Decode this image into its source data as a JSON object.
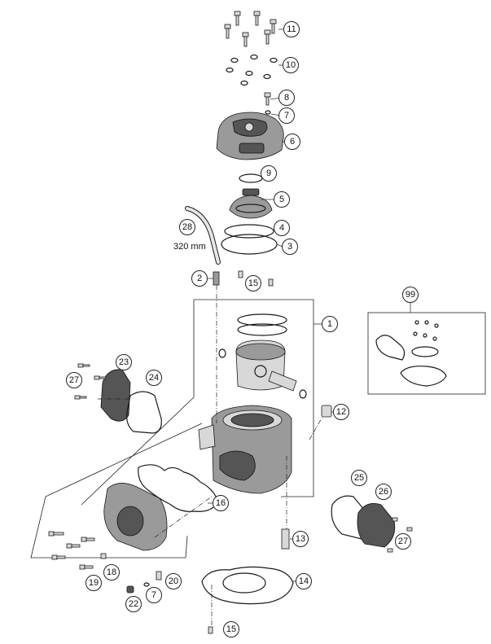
{
  "callouts": [
    {
      "id": "c11",
      "label": "11"
    },
    {
      "id": "c10",
      "label": "10"
    },
    {
      "id": "c8",
      "label": "8"
    },
    {
      "id": "c7a",
      "label": "7"
    },
    {
      "id": "c6",
      "label": "6"
    },
    {
      "id": "c9",
      "label": "9"
    },
    {
      "id": "c5",
      "label": "5"
    },
    {
      "id": "c28",
      "label": "28"
    },
    {
      "id": "c4",
      "label": "4"
    },
    {
      "id": "c3",
      "label": "3"
    },
    {
      "id": "c2",
      "label": "2"
    },
    {
      "id": "c15a",
      "label": "15"
    },
    {
      "id": "c1",
      "label": "1"
    },
    {
      "id": "c99",
      "label": "99"
    },
    {
      "id": "c23",
      "label": "23"
    },
    {
      "id": "c24",
      "label": "24"
    },
    {
      "id": "c27a",
      "label": "27"
    },
    {
      "id": "c12",
      "label": "12"
    },
    {
      "id": "c25",
      "label": "25"
    },
    {
      "id": "c26",
      "label": "26"
    },
    {
      "id": "c16",
      "label": "16"
    },
    {
      "id": "c27b",
      "label": "27"
    },
    {
      "id": "c13",
      "label": "13"
    },
    {
      "id": "c18",
      "label": "18"
    },
    {
      "id": "c19",
      "label": "19"
    },
    {
      "id": "c20",
      "label": "20"
    },
    {
      "id": "c7b",
      "label": "7"
    },
    {
      "id": "c22",
      "label": "22"
    },
    {
      "id": "c14",
      "label": "14"
    },
    {
      "id": "c15b",
      "label": "15"
    }
  ],
  "hose_length_label": "320 mm"
}
